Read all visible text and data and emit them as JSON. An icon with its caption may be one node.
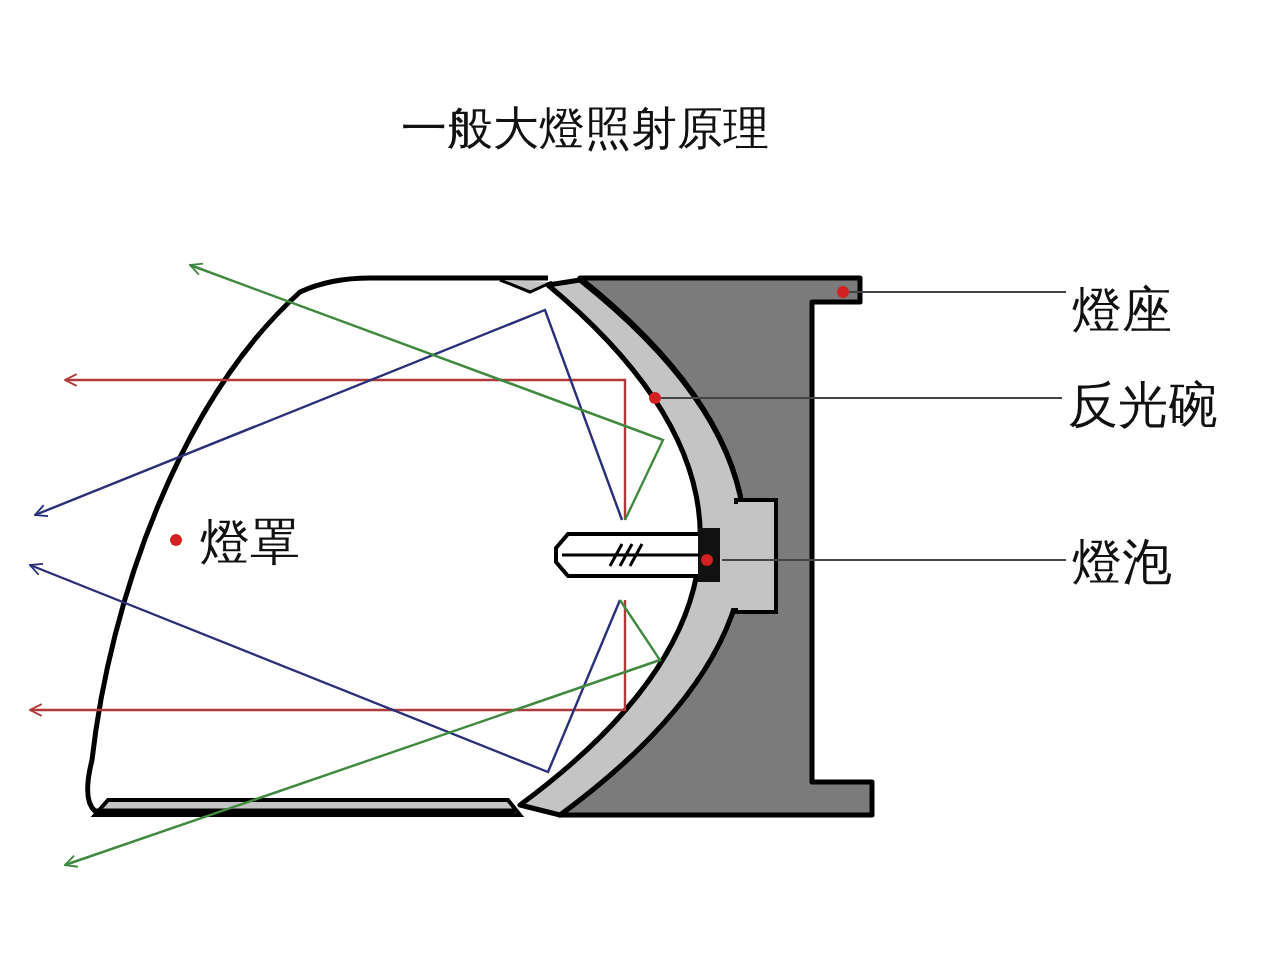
{
  "diagram": {
    "title": "一般大燈照射原理",
    "nodes": [
      {
        "text": [
          "燈座"
        ]
      },
      {
        "text": [],
        "shape": "picture"
      },
      {
        "text": [
          "反光碗"
        ]
      },
      {
        "text": [],
        "shape": "picture"
      },
      {
        "text": [
          "燈泡"
        ]
      },
      {
        "text": [],
        "shape": "picture"
      }
    ],
    "edges": [
      {
        "from": 0,
        "to": 1,
        "arrow": "none"
      },
      {
        "from": 2,
        "to": 3,
        "arrow": "none"
      },
      {
        "from": 4,
        "to": 5,
        "arrow": "none"
      }
    ],
    "labels": [
      "燈罩"
    ]
  }
}
